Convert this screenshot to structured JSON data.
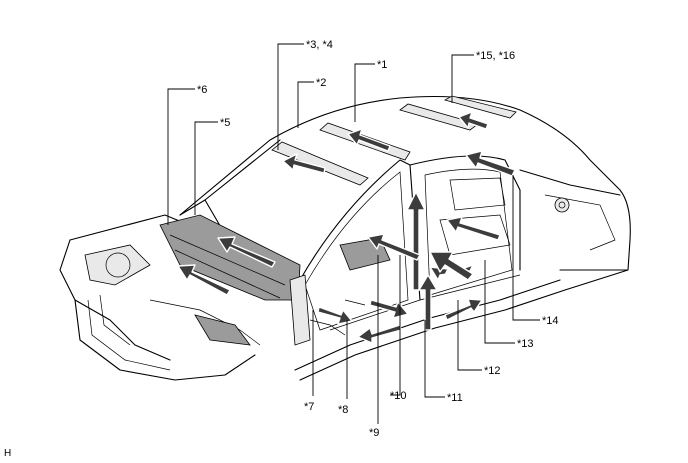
{
  "figure_code": "H",
  "callouts": {
    "c1": "*1",
    "c2": "*2",
    "c3": "*3, *4",
    "c5": "*5",
    "c6": "*6",
    "c7": "*7",
    "c8": "*8",
    "c9": "*9",
    "c10": "*10",
    "c11": "*11",
    "c12": "*12",
    "c13": "*13",
    "c14": "*14",
    "c15": "*15, *16"
  }
}
